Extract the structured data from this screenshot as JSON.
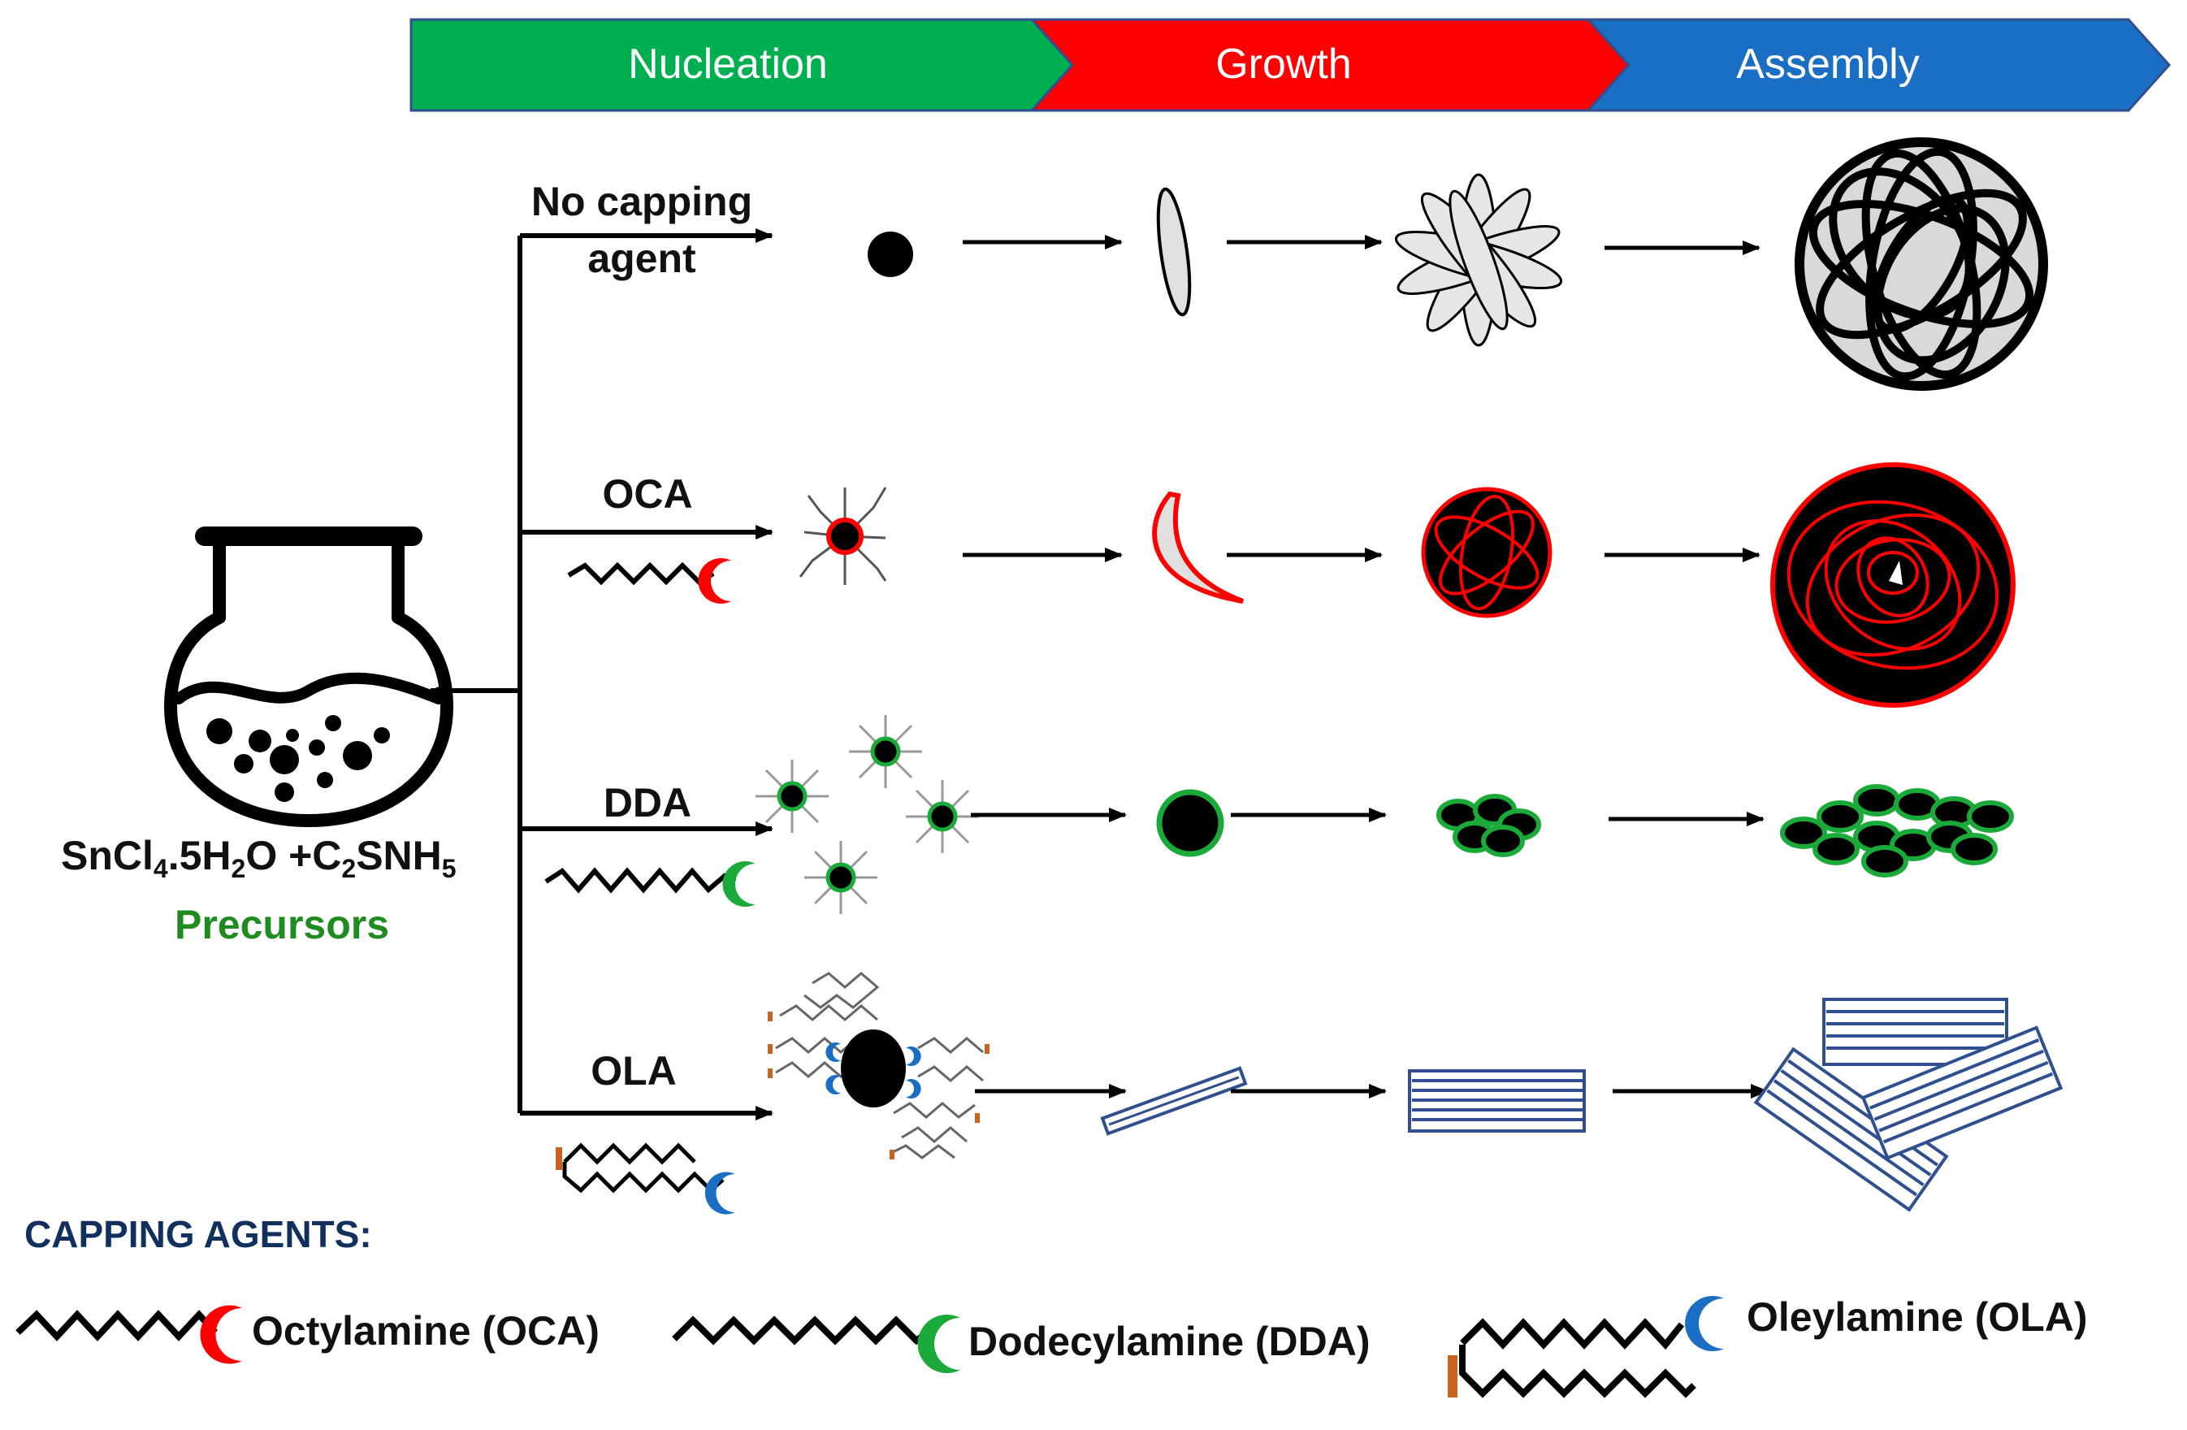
{
  "stages": [
    "Nucleation",
    "Growth",
    "Assembly"
  ],
  "stage_colors": [
    "#00b050",
    "#ff0000",
    "#1a6fc4"
  ],
  "precursor": {
    "formula_parts": [
      "SnCl",
      "4",
      ".5H",
      "2",
      "O +C",
      "2",
      "SNH",
      "5"
    ],
    "label": "Precursors"
  },
  "branches": [
    {
      "label_line1": "No capping",
      "label_line2": "agent"
    },
    {
      "label_line1": "OCA"
    },
    {
      "label_line1": "DDA"
    },
    {
      "label_line1": "OLA"
    }
  ],
  "legend": {
    "title": "CAPPING AGENTS:",
    "items": [
      {
        "name": "Octylamine (OCA)",
        "color": "#ff0000"
      },
      {
        "name": "Dodecylamine (DDA)",
        "color": "#1aaa3a"
      },
      {
        "name": "Oleylamine (OLA)",
        "color": "#1a6fc4"
      }
    ]
  }
}
